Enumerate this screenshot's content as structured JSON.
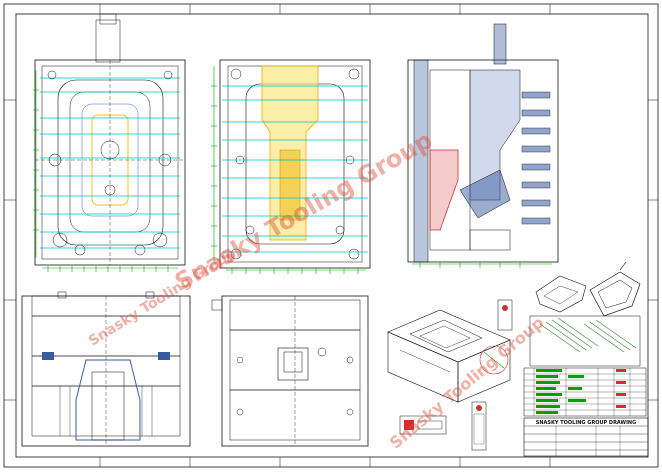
{
  "drawing": {
    "watermark_main": "Snasky Tooling Group",
    "watermark_left": "Snasky Tooling Group",
    "watermark_right": "Snasky Tooling Group",
    "company_title": "SNASKY TOOLING GROUP DRAWING",
    "line_color": "#111111",
    "cooling_color": "#00c0c0",
    "slide_color": "#3a5aa0",
    "hotrunner_color": "#f0c020",
    "dimension_color": "#00b000",
    "watermark_color": "#dc503c"
  }
}
